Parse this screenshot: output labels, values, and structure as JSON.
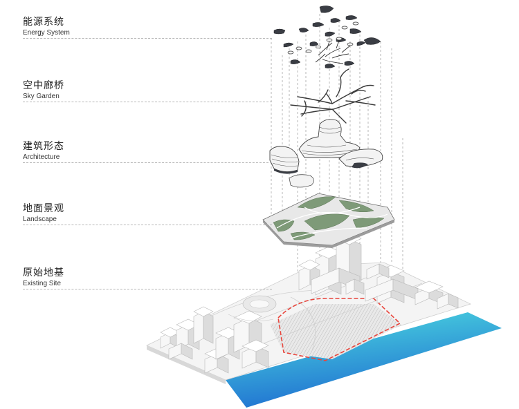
{
  "layers": [
    {
      "zh": "能源系统",
      "en": "Energy System"
    },
    {
      "zh": "空中廊桥",
      "en": "Sky Garden"
    },
    {
      "zh": "建筑形态",
      "en": "Architecture"
    },
    {
      "zh": "地面景观",
      "en": "Landscape"
    },
    {
      "zh": "原始地基",
      "en": "Existing Site"
    }
  ],
  "colors": {
    "water_top": "#4fe0e0",
    "water_bottom": "#1f6fd1",
    "boundary": "#e8453c",
    "landscape_green": "#7e9a78",
    "building": "#f2f2f2",
    "dark_glass": "#3a3d44"
  }
}
